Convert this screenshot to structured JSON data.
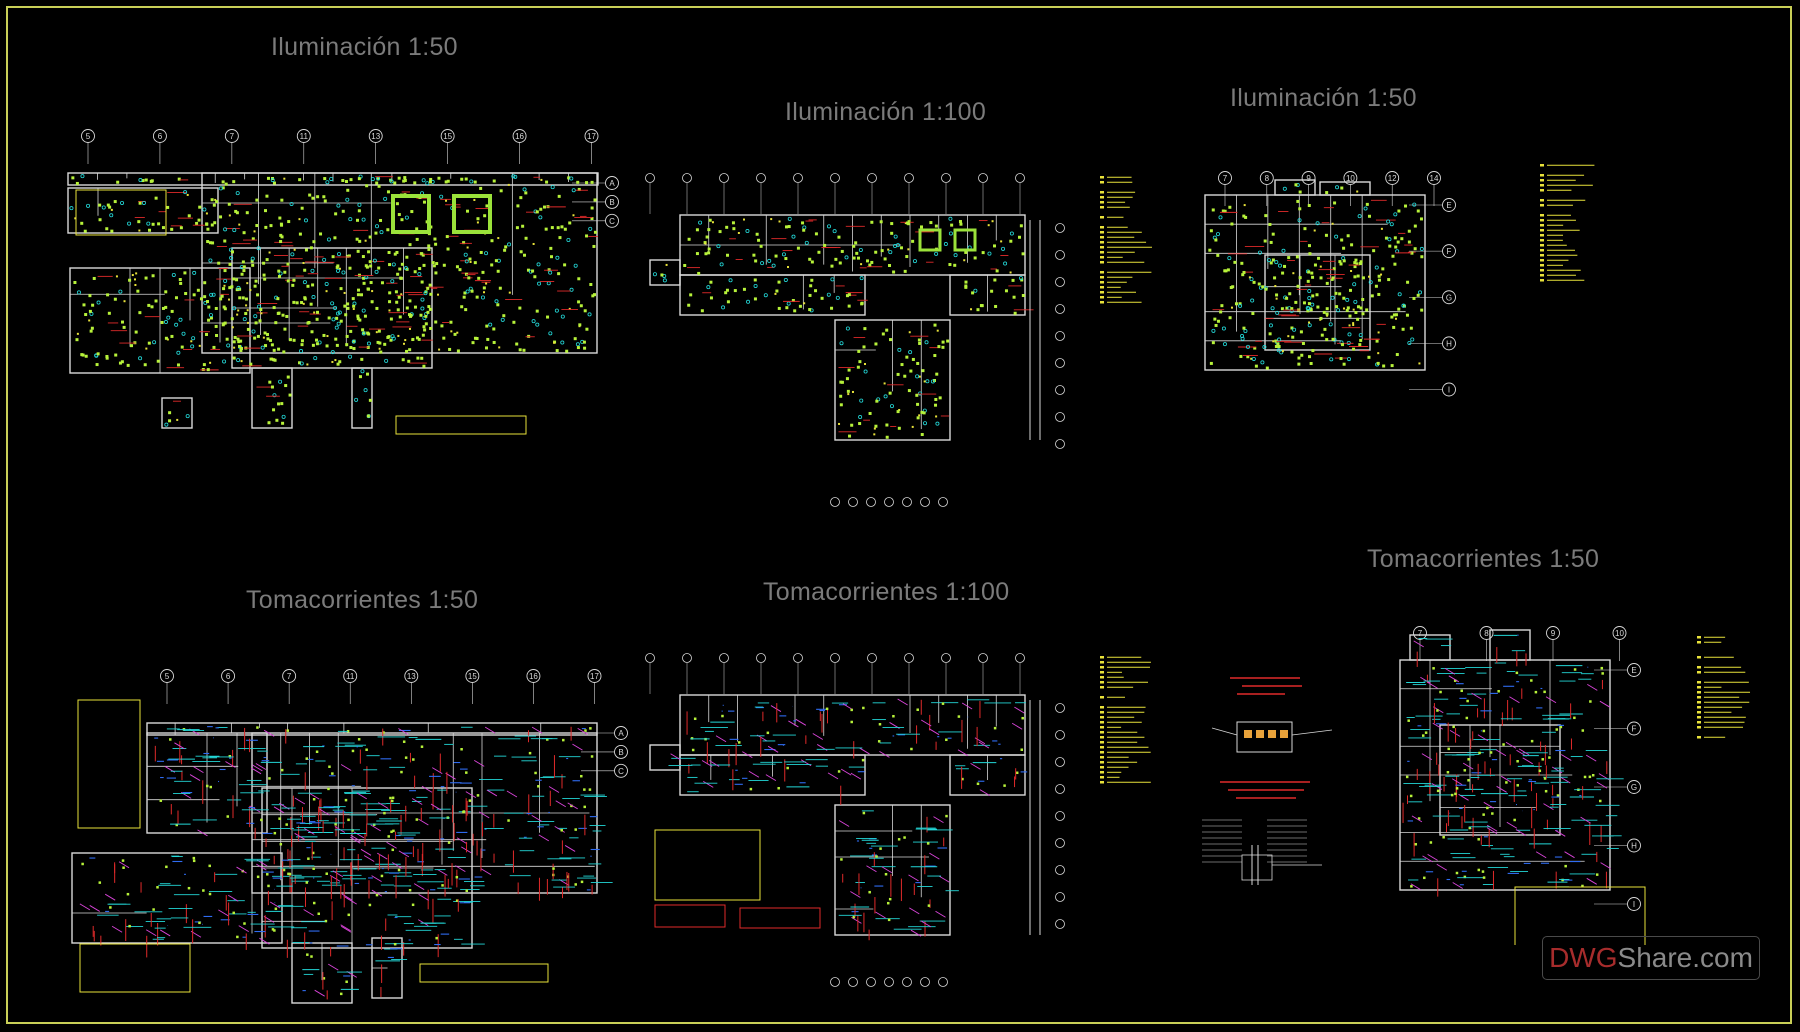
{
  "titles": {
    "ilum_1_50_left": "Iluminación 1:50",
    "ilum_1_100": "Iluminación 1:100",
    "ilum_1_50_right": "Iluminación 1:50",
    "toma_1_50_left": "Tomacorrientes 1:50",
    "toma_1_100": "Tomacorrientes 1:100",
    "toma_1_50_right": "Tomacorrientes 1:50"
  },
  "watermark": {
    "part1": "DWG",
    "part2": "Share.com"
  },
  "colors": {
    "background": "#000000",
    "frame": "#c9cf57",
    "title": "#7b7b7b",
    "walls": "#d9d9d9",
    "fixtures": "#b7f23a",
    "cyan": "#23d8d8",
    "red": "#e02a2a",
    "magenta": "#d944d9",
    "blue": "#2f6cf2",
    "yellow": "#e8e23a"
  },
  "plans": [
    {
      "id": "ilum-50-a",
      "seed": 11,
      "type": "lighting",
      "cols": [
        "5",
        "6",
        "7",
        "11",
        "13",
        "15",
        "16",
        "17"
      ],
      "rows": [
        "A",
        "B",
        "C"
      ]
    },
    {
      "id": "ilum-100",
      "seed": 23,
      "type": "lighting",
      "cols": [],
      "rows": []
    },
    {
      "id": "ilum-50-b",
      "seed": 37,
      "type": "lighting",
      "cols": [
        "7",
        "8",
        "9",
        "10",
        "12",
        "14"
      ],
      "rows": [
        "E",
        "F",
        "G",
        "H",
        "I"
      ]
    },
    {
      "id": "toma-50-a",
      "seed": 41,
      "type": "outlets",
      "cols": [
        "5",
        "6",
        "7",
        "11",
        "13",
        "15",
        "16",
        "17"
      ],
      "rows": [
        "A",
        "B",
        "C"
      ]
    },
    {
      "id": "toma-100",
      "seed": 53,
      "type": "outlets",
      "cols": [],
      "rows": []
    },
    {
      "id": "toma-50-b",
      "seed": 67,
      "type": "outlets",
      "cols": [
        "7",
        "8",
        "9",
        "10"
      ],
      "rows": [
        "E",
        "F",
        "G",
        "H",
        "I"
      ]
    }
  ]
}
